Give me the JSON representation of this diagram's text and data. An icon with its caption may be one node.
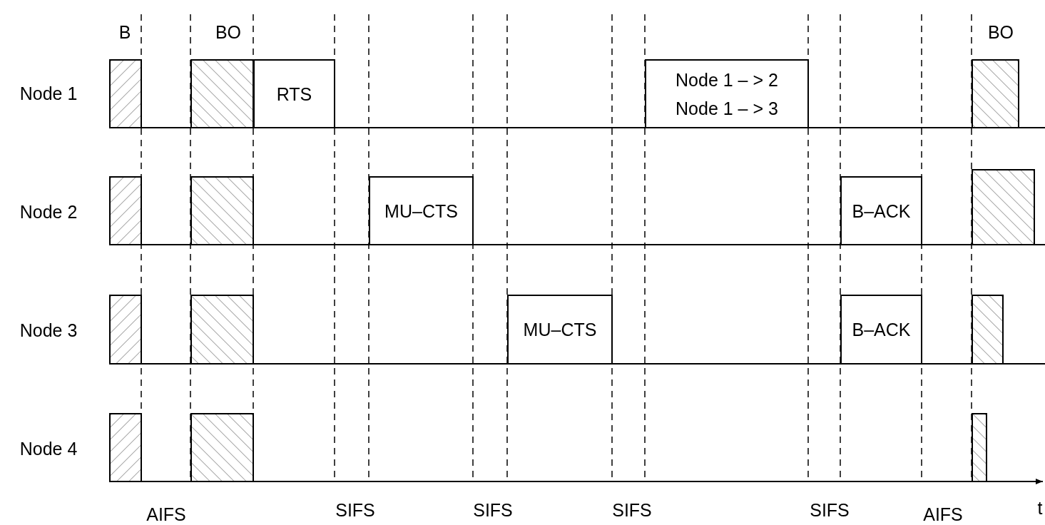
{
  "diagram": {
    "nodes": [
      {
        "text": [],
        "shape": "box"
      },
      {
        "text": [],
        "shape": "box"
      },
      {
        "text": [
          "RTS"
        ]
      },
      {
        "text": [
          "Node 1 – > 2",
          "Node 1 – > 3"
        ]
      },
      {
        "text": [],
        "shape": "box"
      },
      {
        "text": [],
        "shape": "box"
      },
      {
        "text": [],
        "shape": "box"
      },
      {
        "text": [
          "MU–CTS"
        ]
      },
      {
        "text": [
          "B–ACK"
        ]
      },
      {
        "text": [],
        "shape": "box"
      },
      {
        "text": [],
        "shape": "box"
      },
      {
        "text": [],
        "shape": "box"
      },
      {
        "text": [
          "MU–CTS"
        ]
      },
      {
        "text": [
          "B–ACK"
        ]
      },
      {
        "text": [],
        "shape": "box"
      },
      {
        "text": [],
        "shape": "box"
      },
      {
        "text": [],
        "shape": "box"
      },
      {
        "text": [],
        "shape": "box"
      }
    ],
    "edges": [],
    "labels": [
      "B",
      "BO",
      "BO",
      "Node 1",
      "Node 2",
      "Node 3",
      "Node 4",
      "AIFS",
      "SIFS",
      "SIFS",
      "SIFS",
      "SIFS",
      "AIFS",
      "t"
    ]
  }
}
